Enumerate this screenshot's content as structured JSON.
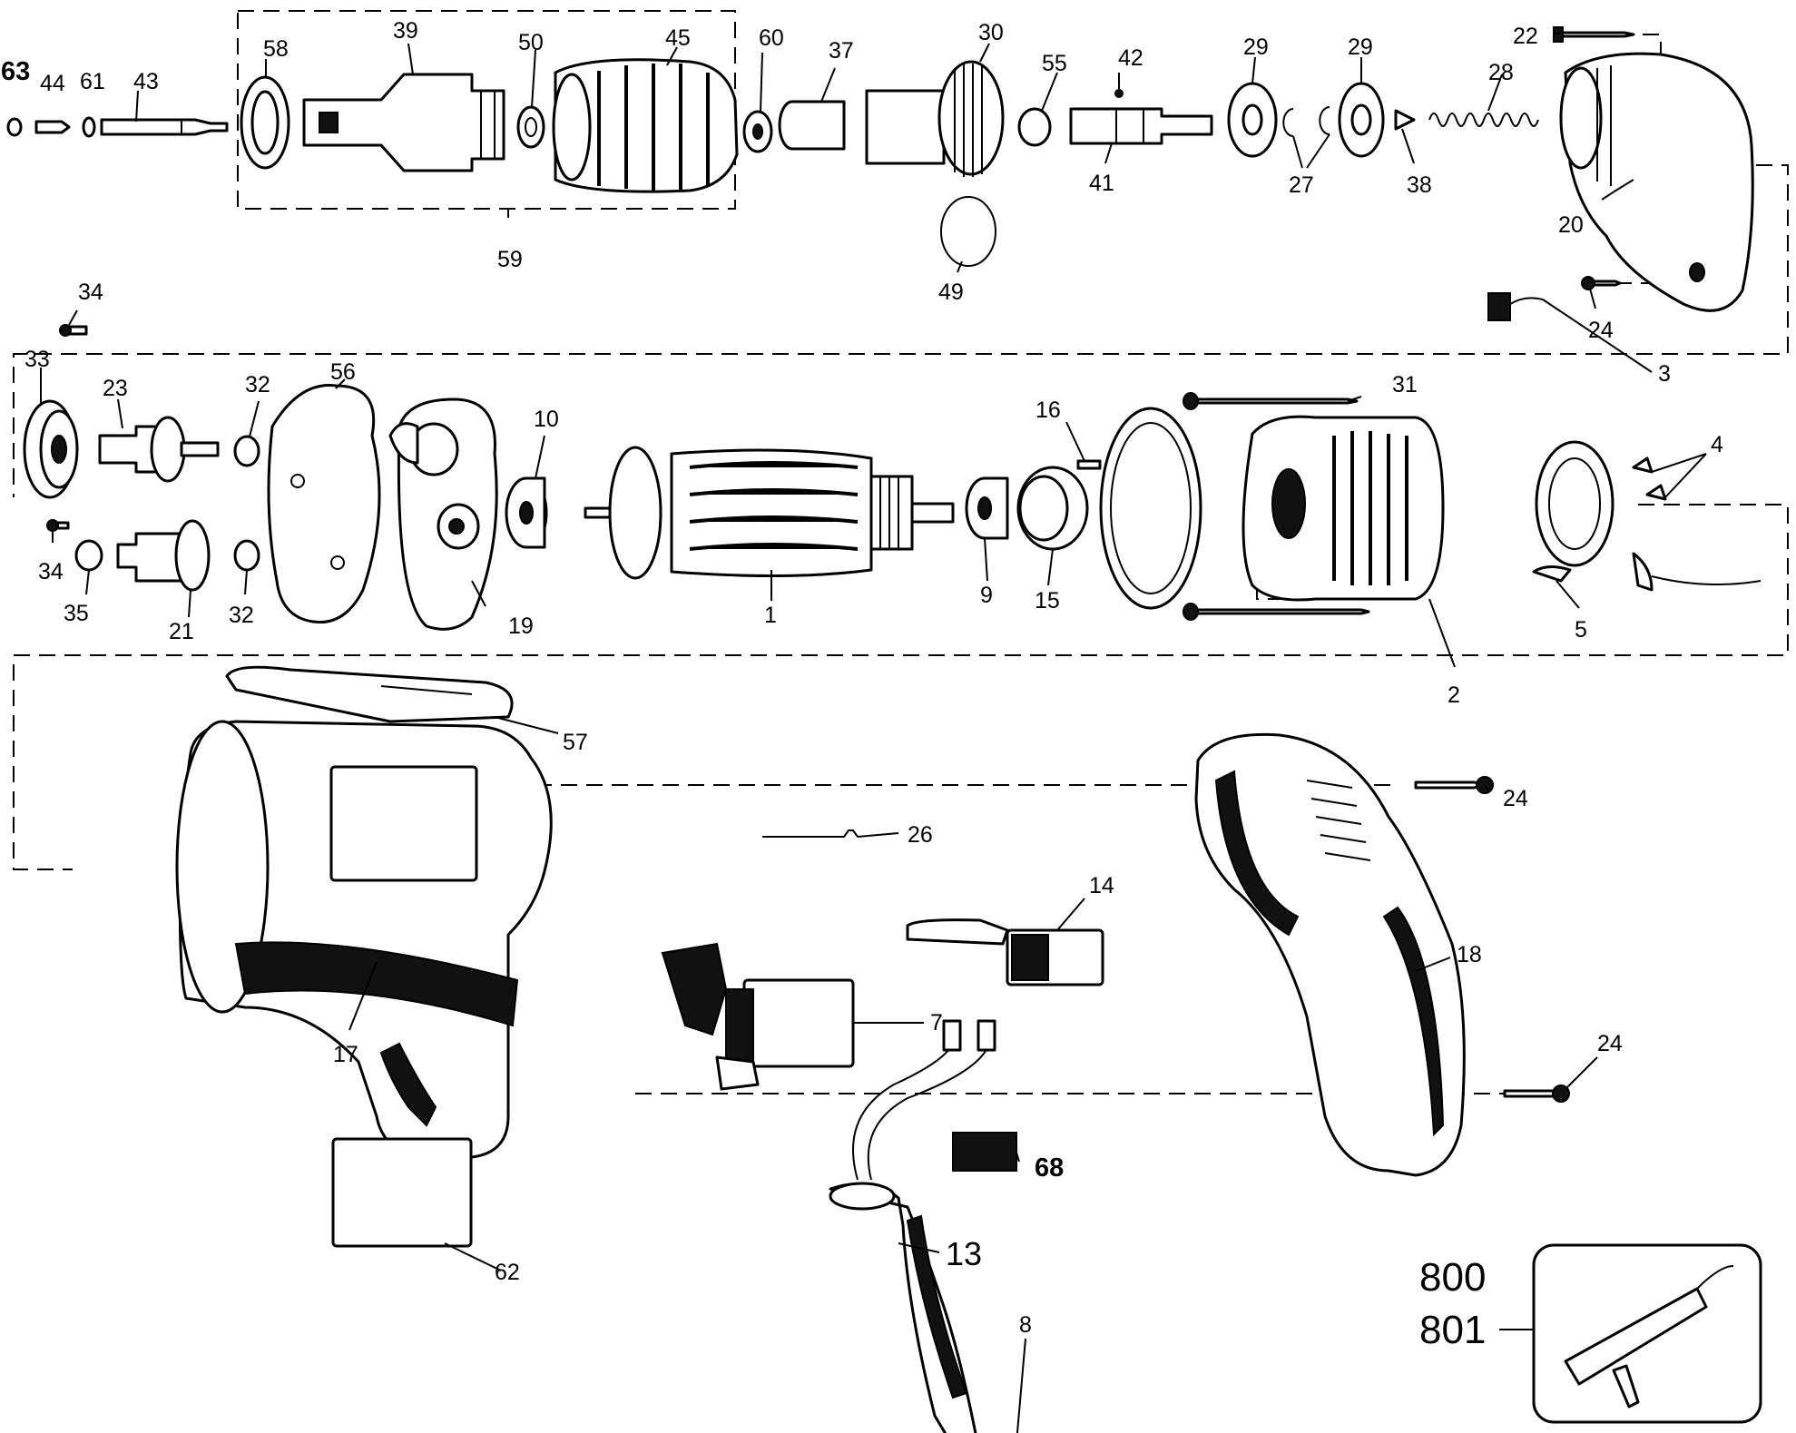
{
  "callouts": {
    "c63": "63",
    "c44": "44",
    "c61": "61",
    "c43": "43",
    "c58": "58",
    "c39": "39",
    "c50": "50",
    "c45": "45",
    "c60": "60",
    "c37": "37",
    "c30": "30",
    "c55": "55",
    "c42": "42",
    "c41": "41",
    "c29a": "29",
    "c29b": "29",
    "c27": "27",
    "c38": "38",
    "c28": "28",
    "c22": "22",
    "c20": "20",
    "c59": "59",
    "c49": "49",
    "c24a": "24",
    "c34a": "34",
    "c33": "33",
    "c23": "23",
    "c32a": "32",
    "c56": "56",
    "c10": "10",
    "c16": "16",
    "c31": "31",
    "c3": "3",
    "c4": "4",
    "c34b": "34",
    "c35": "35",
    "c21": "21",
    "c32b": "32",
    "c19": "19",
    "c1": "1",
    "c9": "9",
    "c15": "15",
    "c5": "5",
    "c2": "2",
    "c57": "57",
    "c24b": "24",
    "c26": "26",
    "c14": "14",
    "c18": "18",
    "c17": "17",
    "c7": "7",
    "c24c": "24",
    "c68": "68",
    "c62": "62",
    "c13": "13",
    "c8": "8",
    "c800": "800",
    "c801": "801"
  }
}
